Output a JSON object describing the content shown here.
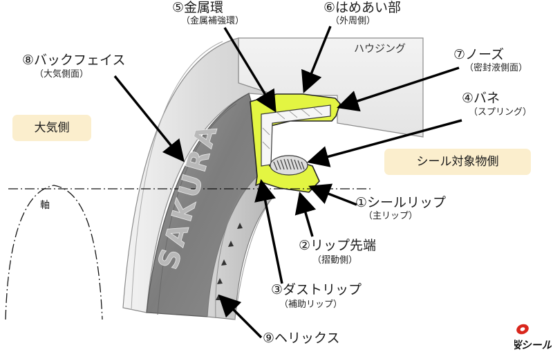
{
  "labels": {
    "metal_ring": "⑤金属環",
    "metal_ring_sub": "（金属補強環）",
    "fit_part": "⑥はめあい部",
    "fit_part_sub": "（外周側）",
    "housing": "ハウジング",
    "back_face": "⑧バックフェイス",
    "back_face_sub": "（大気側面）",
    "nose": "⑦ノーズ",
    "nose_sub": "（密封液側面）",
    "spring": "④バネ",
    "spring_sub": "（スプリング）",
    "air_side": "大気側",
    "sealed_side": "シール対象物側",
    "shaft": "軸",
    "seal_lip": "①シールリップ",
    "seal_lip_sub": "（主リップ）",
    "lip_tip": "②リップ先端",
    "lip_tip_sub": "（摺動側）",
    "dust_lip": "③ダストリップ",
    "dust_lip_sub": "（補助リップ）",
    "helix": "⑨ヘリックス",
    "brand_on_seal": "SAKURA",
    "logo_text": "桜シール"
  },
  "colors": {
    "rubber_section": "#e3f542",
    "body_dark": "#7a7a7a",
    "housing": "#eeeeee",
    "callout_box": "#fbeecd",
    "logo_red": "#d9261c"
  }
}
